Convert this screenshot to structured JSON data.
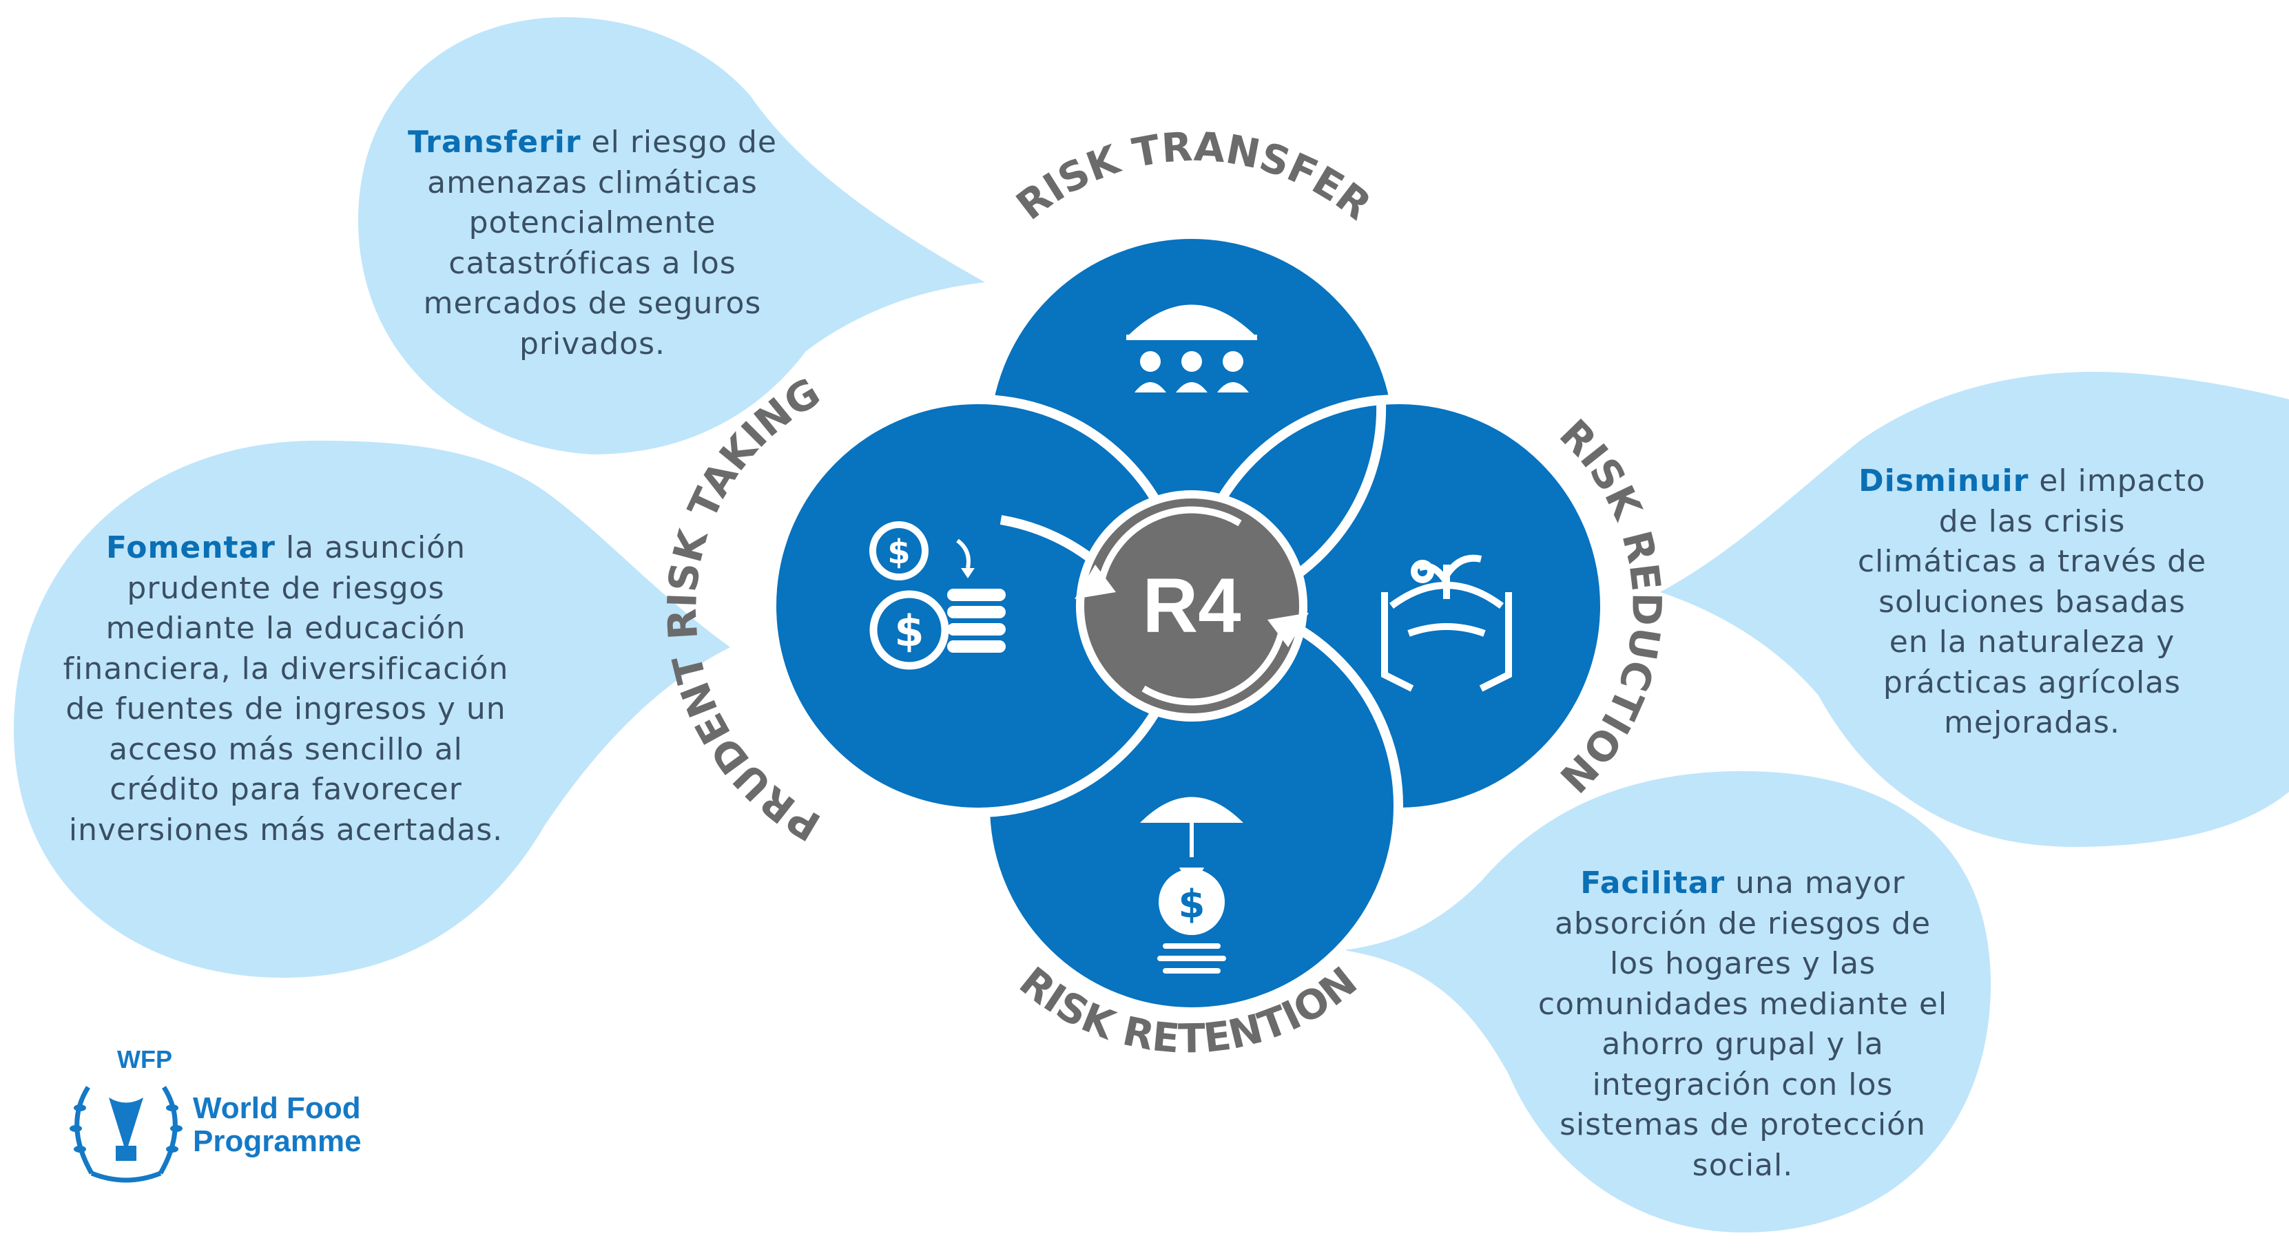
{
  "bubbles": {
    "transfer": {
      "bold": "Transferir",
      "rest": "  el riesgo de\namenazas climáticas\npotencialmente\ncatastróficas a los\nmercados de seguros\nprivados."
    },
    "prudent": {
      "bold": "Fomentar",
      "rest": " la asunción\nprudente de riesgos\nmediante la educación\nfinanciera, la diversificación\nde fuentes de ingresos y un\nacceso más sencillo al\ncrédito para favorecer\ninversiones más acertadas."
    },
    "reduction": {
      "bold": "Disminuir",
      "rest": " el impacto\nde las crisis\nclimáticas a través de\nsoluciones basadas\nen la naturaleza y\nprácticas agrícolas\nmejoradas."
    },
    "retention": {
      "bold": "Facilitar",
      "rest": " una mayor\nabsorción de riesgos de\nlos hogares y las\ncomunidades mediante el\nahorro grupal y la\nintegración con los\nsistemas de protección\nsocial."
    }
  },
  "arcs": {
    "transfer": "RISK TRANSFER",
    "reduction": "RISK REDUCTION",
    "retention": "RISK RETENTION",
    "prudent": "PRUDENT RISK TAKING"
  },
  "center": {
    "label": "R4"
  },
  "icons": {
    "transfer": "umbrella-people-icon",
    "prudent": "coins-icon",
    "reduction": "hands-plant-icon",
    "retention": "umbrella-moneybag-icon"
  },
  "logo": {
    "abbr": "WFP",
    "name": "World Food\nProgramme"
  },
  "colors": {
    "bubble": "#bfe5fa",
    "petal": "#0873bf",
    "center": "#6f6f6f",
    "arc_text": "#6b6b6b",
    "accent_text": "#0a6fb4",
    "body_text": "#3a4f63"
  }
}
